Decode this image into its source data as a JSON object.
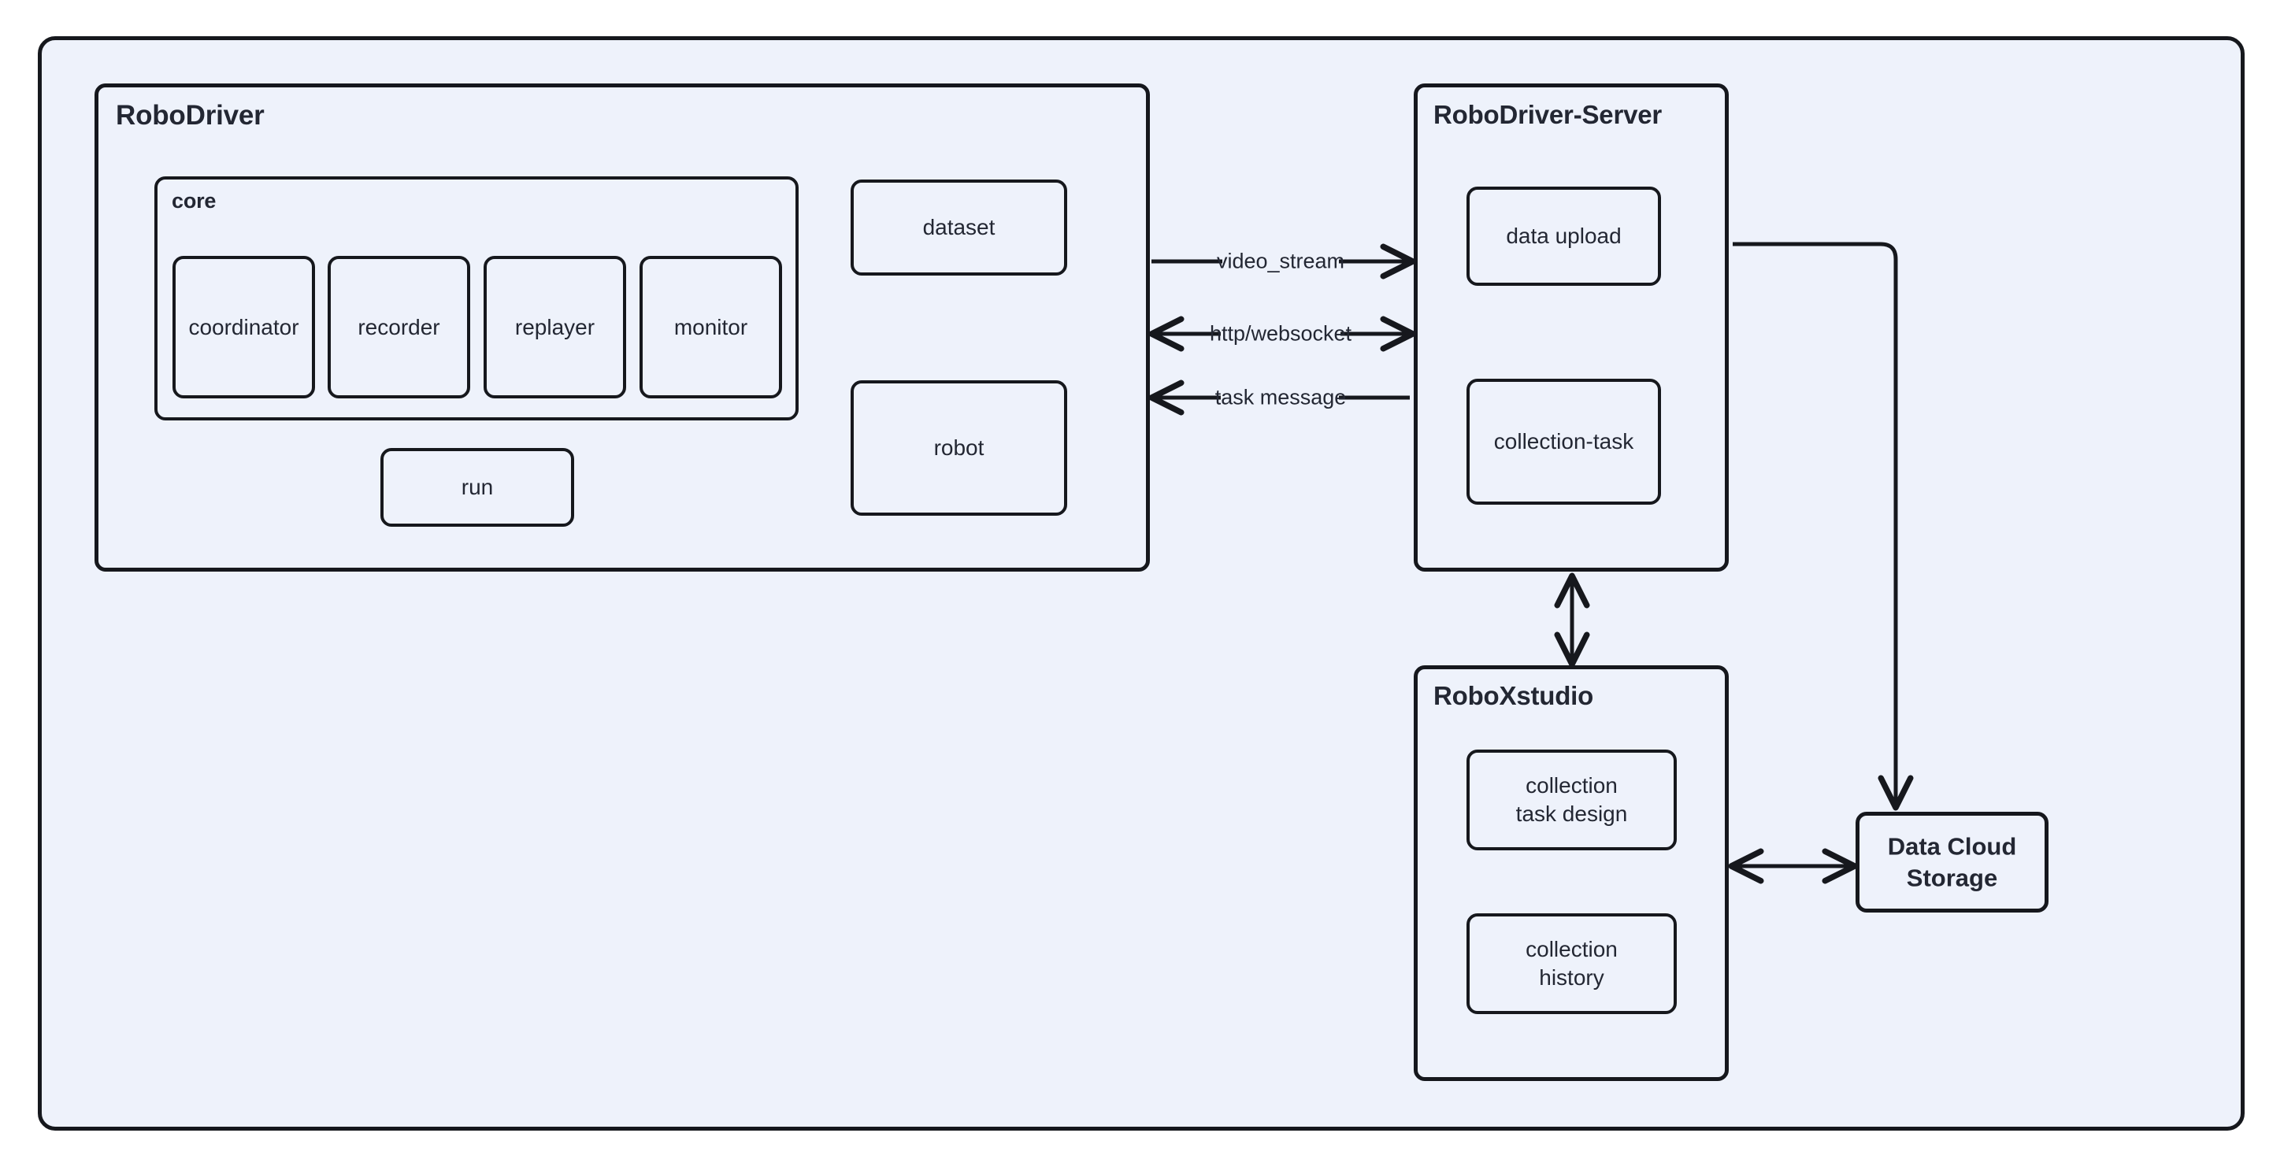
{
  "diagram": {
    "title": "RoboDriver system architecture",
    "background": "#ffffff",
    "surface_color": "#eef2fb",
    "stroke_color": "#16181d",
    "text_color": "#232733"
  },
  "containers": {
    "robodriver": {
      "title": "RoboDriver",
      "core": {
        "title": "core",
        "modules": [
          {
            "label": "coordinator"
          },
          {
            "label": "recorder"
          },
          {
            "label": "replayer"
          },
          {
            "label": "monitor"
          }
        ]
      },
      "run": {
        "label": "run"
      },
      "side_nodes": [
        {
          "label": "dataset"
        },
        {
          "label": "robot"
        }
      ]
    },
    "robodriver_server": {
      "title": "RoboDriver-Server",
      "nodes": [
        {
          "label": "data upload"
        },
        {
          "label": "collection-task"
        }
      ]
    },
    "roboxstudio": {
      "title": "RoboXstudio",
      "nodes": [
        {
          "label": "collection\ntask design",
          "line1": "collection",
          "line2": "task design"
        },
        {
          "label": "collection\nhistory",
          "line1": "collection",
          "line2": "history"
        }
      ]
    },
    "data_cloud_storage": {
      "line1": "Data Cloud",
      "line2": "Storage"
    }
  },
  "connections": [
    {
      "id": "video-stream",
      "label": "video_stream",
      "from": "RoboDriver",
      "to": "RoboDriver-Server",
      "direction": "right"
    },
    {
      "id": "http-websocket",
      "label": "http/websocket",
      "from": "RoboDriver",
      "to": "RoboDriver-Server",
      "direction": "both"
    },
    {
      "id": "task-message",
      "label": "task message",
      "from": "RoboDriver-Server",
      "to": "RoboDriver",
      "direction": "left"
    },
    {
      "id": "server-studio",
      "label": "",
      "from": "RoboDriver-Server",
      "to": "RoboXstudio",
      "direction": "both"
    },
    {
      "id": "server-storage",
      "label": "",
      "from": "RoboDriver-Server",
      "to": "Data Cloud Storage",
      "direction": "down"
    },
    {
      "id": "studio-storage",
      "label": "",
      "from": "RoboXstudio",
      "to": "Data Cloud Storage",
      "direction": "both"
    }
  ]
}
